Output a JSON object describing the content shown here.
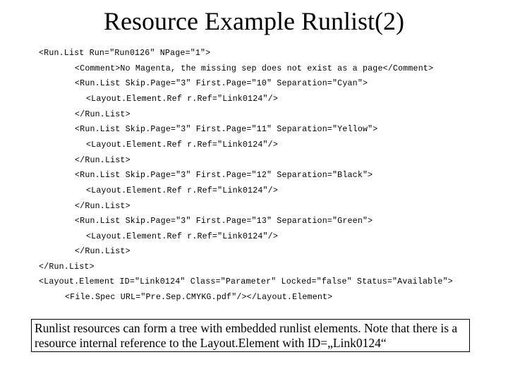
{
  "title": "Resource Example Runlist(2)",
  "code_lines": [
    "<Run.List Run=\"Run0126\" NPage=\"1\">",
    "<Comment>No Magenta, the missing sep does not exist as a page</Comment>",
    "<Run.List Skip.Page=\"3\" First.Page=\"10\" Separation=\"Cyan\">",
    "<Layout.Element.Ref r.Ref=\"Link0124\"/>",
    "</Run.List>",
    "<Run.List Skip.Page=\"3\" First.Page=\"11\" Separation=\"Yellow\">",
    "<Layout.Element.Ref r.Ref=\"Link0124\"/>",
    "</Run.List>",
    "<Run.List Skip.Page=\"3\" First.Page=\"12\" Separation=\"Black\">",
    "<Layout.Element.Ref r.Ref=\"Link0124\"/>",
    "</Run.List>",
    "<Run.List Skip.Page=\"3\" First.Page=\"13\" Separation=\"Green\">",
    "<Layout.Element.Ref r.Ref=\"Link0124\"/>",
    "</Run.List>",
    "</Run.List>",
    "<Layout.Element ID=\"Link0124\" Class=\"Parameter\" Locked=\"false\" Status=\"Available\">",
    "<File.Spec URL=\"Pre.Sep.CMYKG.pdf\"/></Layout.Element>"
  ],
  "note": "Runlist resources can form a tree with embedded runlist elements. Note that there is a resource internal reference to the Layout.Element with ID=„Link0124“"
}
